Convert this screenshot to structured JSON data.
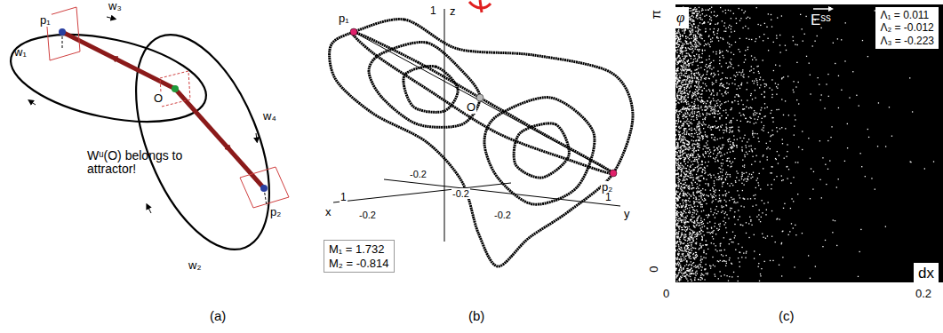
{
  "diagram": {
    "nodes": [
      {
        "text": [
          "M₁ = 1.732",
          "M₂ = -0.814"
        ]
      },
      {
        "text": [
          "φ"
        ]
      },
      {
        "text": [
          "Λ₁ = 0.011",
          "Λ₂ = -0.012",
          "Λ₃ = -0.223"
        ]
      },
      {
        "text": [
          "dx"
        ]
      }
    ],
    "labels": [
      "p₁",
      "w₃",
      "w₁",
      "O",
      "w₄",
      "w₂",
      "p₂",
      "Wᵘ(O) belongs to attractor!",
      "(a)",
      "1",
      "z",
      "p₁",
      "O",
      "p₂",
      "-0.2",
      "-0.2",
      "-0.2",
      "-0.2",
      "x",
      "1",
      "y",
      "1",
      "(b)",
      "π",
      "Eˢˢ",
      "0",
      "0",
      "0.2",
      "(c)"
    ]
  }
}
